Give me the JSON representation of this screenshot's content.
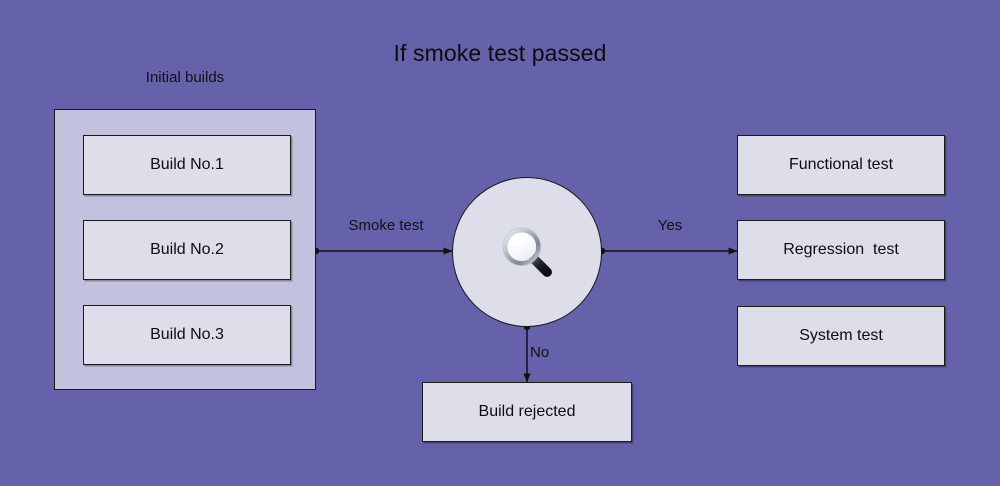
{
  "diagram": {
    "title": "If smoke test passed",
    "background_color": "#6661ab",
    "group_fill": "#c3c2de",
    "node_fill": "#dedeeb",
    "stroke_color": "#1a1a1a"
  },
  "group": {
    "caption": "Initial builds",
    "items": [
      {
        "label": "Build No.1"
      },
      {
        "label": "Build No.2"
      },
      {
        "label": "Build No.3"
      }
    ]
  },
  "decision": {
    "icon": "magnifying-glass-icon",
    "icon_glyph": "🔍"
  },
  "edges": {
    "smoke_test": "Smoke test",
    "yes": "Yes",
    "no": "No"
  },
  "outcomes": {
    "pass": [
      {
        "label": "Functional test"
      },
      {
        "label": "Regression  test"
      },
      {
        "label": "System test"
      }
    ],
    "fail": {
      "label": "Build rejected"
    }
  }
}
